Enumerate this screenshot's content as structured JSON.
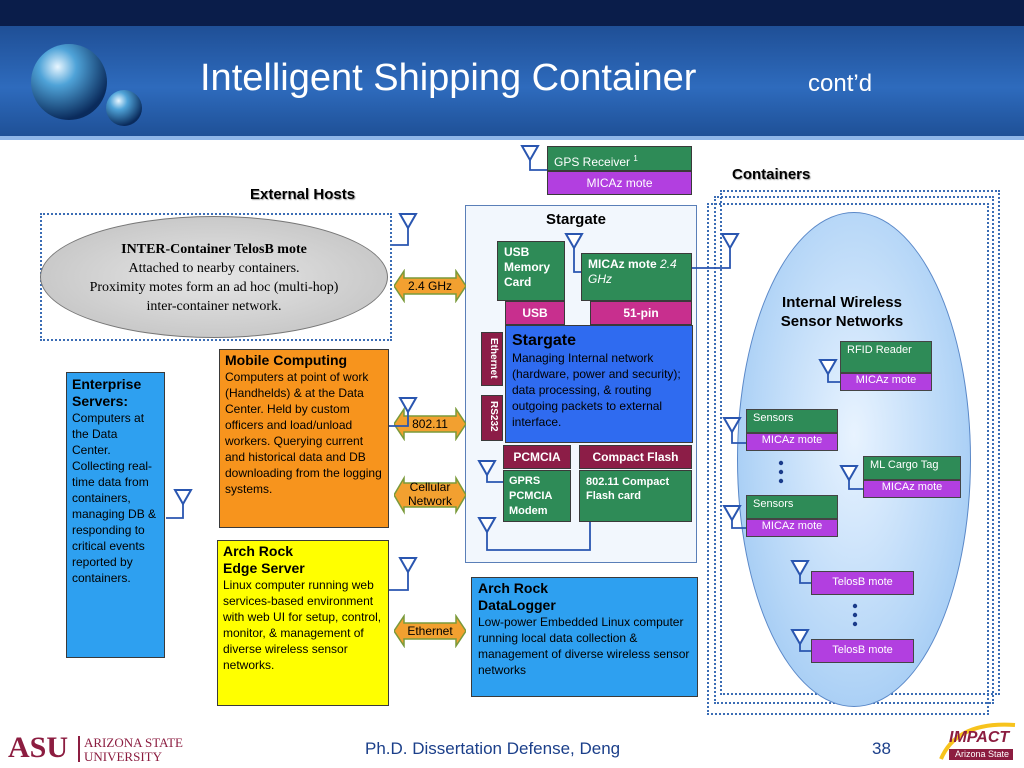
{
  "header": {
    "title": "Intelligent Shipping Container",
    "subtitle": "cont’d"
  },
  "labels": {
    "external_hosts": "External Hosts",
    "containers": "Containers",
    "stargate_title": "Stargate"
  },
  "gps": {
    "header": "GPS Receiver",
    "sup": "1",
    "sub": "MICAz mote"
  },
  "inter_container": {
    "title": "INTER-Container TelosB mote",
    "lines": [
      "Attached to nearby containers.",
      "Proximity motes form an ad hoc (multi-hop)",
      "inter-container network."
    ]
  },
  "links": {
    "ghz": "2.4 GHz",
    "wifi": "802.11",
    "cellular_1": "Cellular",
    "cellular_2": "Network",
    "ethernet": "Ethernet"
  },
  "enterprise": {
    "title_1": "Enterprise",
    "title_2": "Servers:",
    "body": "Computers at the Data Center. Collecting real-time data from containers, managing DB & responding to critical events reported by containers."
  },
  "mobile": {
    "title": "Mobile Computing",
    "body": "Computers at point of work (Handhelds) & at the Data Center. Held by custom officers and load/unload workers. Querying current and historical data and DB downloading from the logging systems."
  },
  "edge": {
    "title_1": "Arch Rock",
    "title_2": "Edge Server",
    "body": "Linux computer running web services-based environment with web UI for setup, control, monitor, & management of diverse wireless sensor networks."
  },
  "datalogger": {
    "title_1": "Arch Rock",
    "title_2": "DataLogger",
    "body": "Low-power Embedded Linux computer running local data collection & management of diverse wireless sensor networks"
  },
  "stargate": {
    "usb_card": [
      "USB",
      "Memory",
      "Card"
    ],
    "micaz_bold": "MICAz mote",
    "micaz_ital": "2.4 GHz",
    "usb": "USB",
    "pin51": "51-pin",
    "ethernet_port": "Ethernet",
    "rs232": "RS232",
    "main_title": "Stargate",
    "main_body": "Managing Internal network (hardware, power and security); data processing, & routing outgoing packets to external interface.",
    "pcmcia": "PCMCIA",
    "cf": "Compact Flash",
    "gprs": [
      "GPRS",
      "PCMCIA",
      "Modem"
    ],
    "cf_card": [
      "802.11 Compact",
      "Flash card"
    ]
  },
  "internal": {
    "title_1": "Internal Wireless",
    "title_2": "Sensor Networks",
    "rfid": "RFID Reader",
    "rfid_sub": "MICAz mote",
    "sensors1": "Sensors",
    "sensors1_sub": "MICAz mote",
    "cargo": "ML Cargo Tag",
    "cargo_sub": "MICAz mote",
    "sensors2": "Sensors",
    "sensors2_sub": "MICAz mote",
    "telos1": "TelosB mote",
    "telos2": "TelosB mote"
  },
  "footer": {
    "university_1": "ARIZONA STATE",
    "university_2": "UNIVERSITY",
    "asu": "ASU",
    "center": "Ph.D. Dissertation Defense, Deng",
    "page": "38",
    "impact": "IMPACT",
    "impact_sub": "Arizona State"
  },
  "colors": {
    "banner": "#2e6bbd",
    "green": "#2e8b57",
    "purple": "#b23fe0",
    "maroon": "#8c1d47",
    "orange": "#f7941d",
    "yellow": "#ffff00",
    "blue": "#2ea0f0",
    "stargate_blue": "#2f6bf0"
  }
}
